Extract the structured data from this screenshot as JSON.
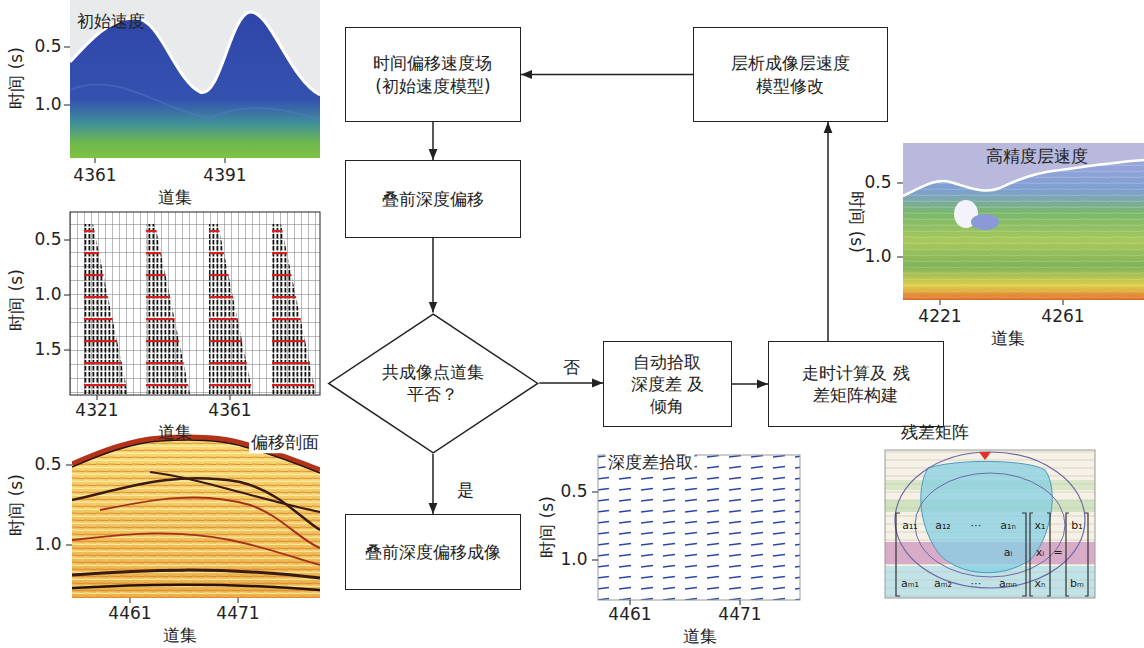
{
  "diagram": {
    "nodes": [
      {
        "text": [
          "时间偏移速度场 (初始速度模型)"
        ]
      },
      {
        "text": [
          "层析成像层速度 模型修改"
        ]
      },
      {
        "text": [
          "叠前深度偏移"
        ]
      },
      {
        "text": [
          "共成像点道集 平否？"
        ]
      },
      {
        "text": [
          "自动拾取 深度差 及倾角"
        ]
      },
      {
        "text": [
          "走时计算及 残差矩阵构建"
        ]
      },
      {
        "text": [
          "叠前深度偏移成像"
        ]
      }
    ],
    "edges": [
      {
        "from": 1,
        "to": 0,
        "arrow": "to"
      },
      {
        "from": 0,
        "to": 2,
        "arrow": "to"
      },
      {
        "from": 2,
        "to": 3,
        "arrow": "to"
      },
      {
        "from": 3,
        "to": 4,
        "label": "否",
        "arrow": "to"
      },
      {
        "from": 4,
        "to": 5,
        "arrow": "to"
      },
      {
        "from": 5,
        "to": 1,
        "arrow": "to"
      },
      {
        "from": 3,
        "to": 6,
        "label": "是",
        "arrow": "to"
      }
    ],
    "labels": [
      "初始速度",
      "0.5",
      "1.0",
      "时间 (s)",
      "4361",
      "4391",
      "道集",
      "0.5",
      "1.0",
      "1.5",
      "时间 (s)",
      "4321",
      "4361",
      "道集",
      "偏移剖面",
      "0.5",
      "1.0",
      "时间 (s)",
      "4461",
      "4471",
      "道集",
      "高精度层速度",
      "0.5",
      "1.0",
      "时间 (s)",
      "4221",
      "4261",
      "道集",
      "深度差拾取",
      "0.5",
      "1.0",
      "时间 (s)",
      "4461",
      "4471",
      "道集",
      "残差矩阵",
      "a₁₁",
      "a₁₂",
      "⋯",
      "a₁ₙ",
      "x₁",
      "b₁",
      "aᵢ",
      "xᵢ",
      "=",
      "aₘ₁",
      "aₘ₂",
      "⋯",
      "aₘₙ",
      "xₙ",
      "bₘ"
    ]
  }
}
